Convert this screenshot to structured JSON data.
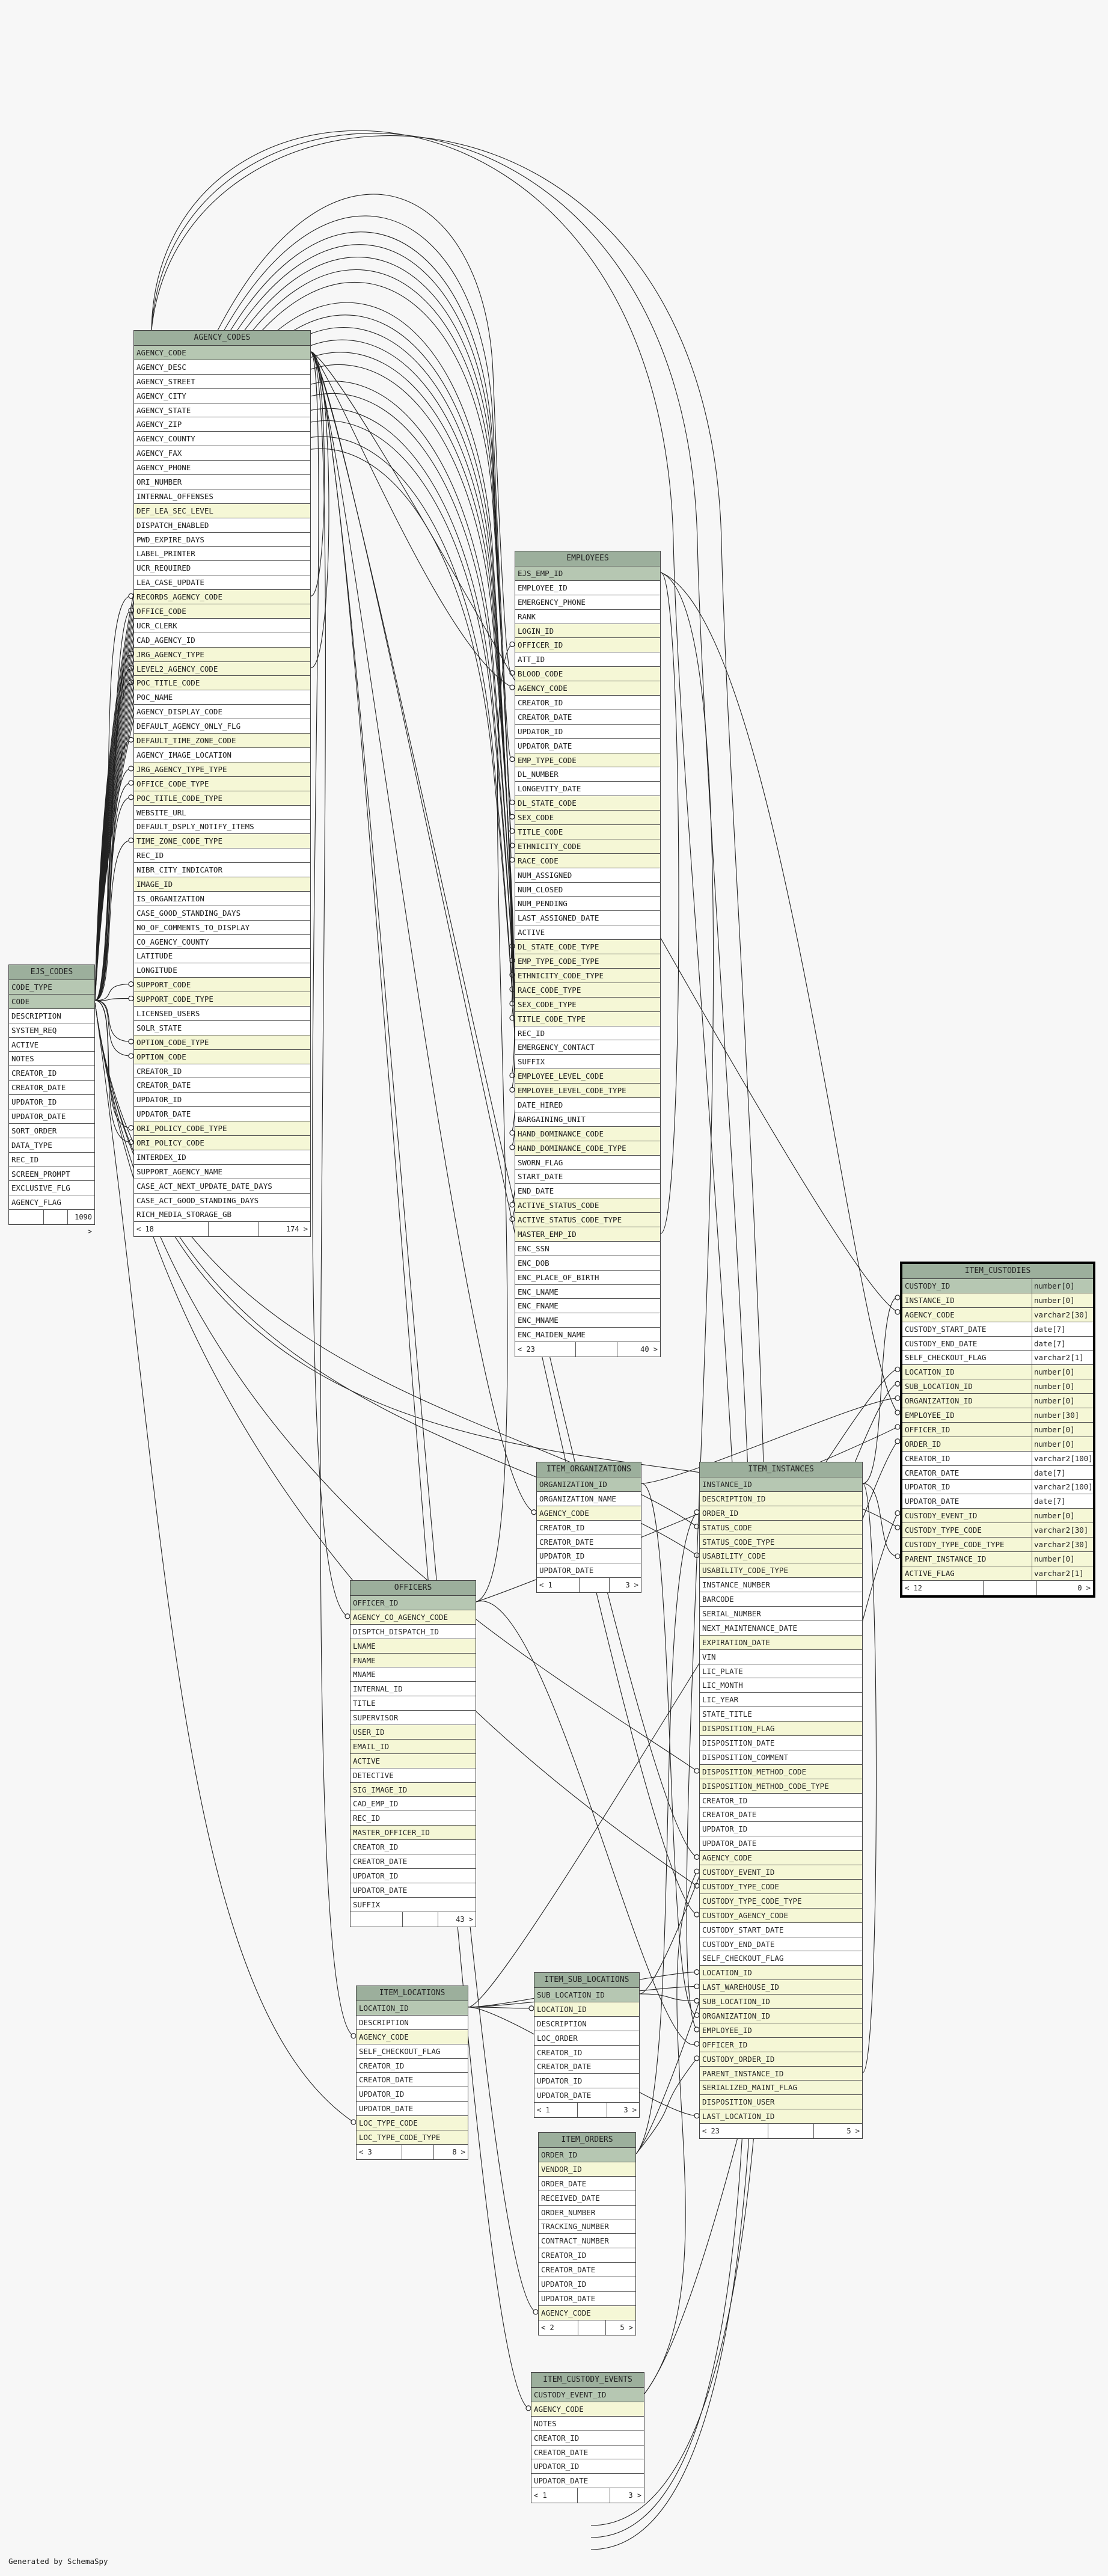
{
  "footer_text": "Generated by SchemaSpy",
  "tables": [
    {
      "id": "agency_codes",
      "name": "AGENCY_CODES",
      "cols": [
        [
          "AGENCY_CODE",
          "pk"
        ],
        [
          "AGENCY_DESC",
          ""
        ],
        [
          "AGENCY_STREET",
          ""
        ],
        [
          "AGENCY_CITY",
          ""
        ],
        [
          "AGENCY_STATE",
          ""
        ],
        [
          "AGENCY_ZIP",
          ""
        ],
        [
          "AGENCY_COUNTY",
          ""
        ],
        [
          "AGENCY_FAX",
          ""
        ],
        [
          "AGENCY_PHONE",
          ""
        ],
        [
          "ORI_NUMBER",
          ""
        ],
        [
          "INTERNAL_OFFENSES",
          ""
        ],
        [
          "DEF_LEA_SEC_LEVEL",
          "fk"
        ],
        [
          "DISPATCH_ENABLED",
          ""
        ],
        [
          "PWD_EXPIRE_DAYS",
          ""
        ],
        [
          "LABEL_PRINTER",
          ""
        ],
        [
          "UCR_REQUIRED",
          ""
        ],
        [
          "LEA_CASE_UPDATE",
          ""
        ],
        [
          "RECORDS_AGENCY_CODE",
          "fk"
        ],
        [
          "OFFICE_CODE",
          "fk"
        ],
        [
          "UCR_CLERK",
          ""
        ],
        [
          "CAD_AGENCY_ID",
          ""
        ],
        [
          "JRG_AGENCY_TYPE",
          "fk"
        ],
        [
          "LEVEL2_AGENCY_CODE",
          "fk"
        ],
        [
          "POC_TITLE_CODE",
          "fk"
        ],
        [
          "POC_NAME",
          ""
        ],
        [
          "AGENCY_DISPLAY_CODE",
          ""
        ],
        [
          "DEFAULT_AGENCY_ONLY_FLG",
          ""
        ],
        [
          "DEFAULT_TIME_ZONE_CODE",
          "fk"
        ],
        [
          "AGENCY_IMAGE_LOCATION",
          ""
        ],
        [
          "JRG_AGENCY_TYPE_TYPE",
          "fk"
        ],
        [
          "OFFICE_CODE_TYPE",
          "fk"
        ],
        [
          "POC_TITLE_CODE_TYPE",
          "fk"
        ],
        [
          "WEBSITE_URL",
          ""
        ],
        [
          "DEFAULT_DSPLY_NOTIFY_ITEMS",
          ""
        ],
        [
          "TIME_ZONE_CODE_TYPE",
          "fk"
        ],
        [
          "REC_ID",
          ""
        ],
        [
          "NIBR_CITY_INDICATOR",
          ""
        ],
        [
          "IMAGE_ID",
          "fk"
        ],
        [
          "IS_ORGANIZATION",
          ""
        ],
        [
          "CASE_GOOD_STANDING_DAYS",
          ""
        ],
        [
          "NO_OF_COMMENTS_TO_DISPLAY",
          ""
        ],
        [
          "CO_AGENCY_COUNTY",
          ""
        ],
        [
          "LATITUDE",
          ""
        ],
        [
          "LONGITUDE",
          ""
        ],
        [
          "SUPPORT_CODE",
          "fk"
        ],
        [
          "SUPPORT_CODE_TYPE",
          "fk"
        ],
        [
          "LICENSED_USERS",
          ""
        ],
        [
          "SOLR_STATE",
          ""
        ],
        [
          "OPTION_CODE_TYPE",
          "fk"
        ],
        [
          "OPTION_CODE",
          "fk"
        ],
        [
          "CREATOR_ID",
          ""
        ],
        [
          "CREATOR_DATE",
          ""
        ],
        [
          "UPDATOR_ID",
          ""
        ],
        [
          "UPDATOR_DATE",
          ""
        ],
        [
          "ORI_POLICY_CODE_TYPE",
          "fk"
        ],
        [
          "ORI_POLICY_CODE",
          "fk"
        ],
        [
          "INTERDEX_ID",
          ""
        ],
        [
          "SUPPORT_AGENCY_NAME",
          ""
        ],
        [
          "CASE_ACT_NEXT_UPDATE_DATE_DAYS",
          ""
        ],
        [
          "CASE_ACT_GOOD_STANDING_DAYS",
          ""
        ],
        [
          "RICH_MEDIA_STORAGE_GB",
          ""
        ]
      ],
      "foot": [
        "< 18",
        "",
        "174 >"
      ]
    },
    {
      "id": "ejs_codes",
      "name": "EJS_CODES",
      "cols": [
        [
          "CODE_TYPE",
          "pk"
        ],
        [
          "CODE",
          "pk"
        ],
        [
          "DESCRIPTION",
          ""
        ],
        [
          "SYSTEM_REQ",
          ""
        ],
        [
          "ACTIVE",
          ""
        ],
        [
          "NOTES",
          ""
        ],
        [
          "CREATOR_ID",
          ""
        ],
        [
          "CREATOR_DATE",
          ""
        ],
        [
          "UPDATOR_ID",
          ""
        ],
        [
          "UPDATOR_DATE",
          ""
        ],
        [
          "SORT_ORDER",
          ""
        ],
        [
          "DATA_TYPE",
          ""
        ],
        [
          "REC_ID",
          ""
        ],
        [
          "SCREEN_PROMPT",
          ""
        ],
        [
          "EXCLUSIVE_FLG",
          ""
        ],
        [
          "AGENCY_FLAG",
          ""
        ]
      ],
      "foot": [
        "",
        "",
        "1090 >"
      ]
    },
    {
      "id": "employees",
      "name": "EMPLOYEES",
      "cols": [
        [
          "EJS_EMP_ID",
          "pk"
        ],
        [
          "EMPLOYEE_ID",
          ""
        ],
        [
          "EMERGENCY_PHONE",
          ""
        ],
        [
          "RANK",
          ""
        ],
        [
          "LOGIN_ID",
          "fk"
        ],
        [
          "OFFICER_ID",
          "fk"
        ],
        [
          "ATT_ID",
          ""
        ],
        [
          "BLOOD_CODE",
          "fk"
        ],
        [
          "AGENCY_CODE",
          "fk"
        ],
        [
          "CREATOR_ID",
          ""
        ],
        [
          "CREATOR_DATE",
          ""
        ],
        [
          "UPDATOR_ID",
          ""
        ],
        [
          "UPDATOR_DATE",
          ""
        ],
        [
          "EMP_TYPE_CODE",
          "fk"
        ],
        [
          "DL_NUMBER",
          ""
        ],
        [
          "LONGEVITY_DATE",
          ""
        ],
        [
          "DL_STATE_CODE",
          "fk"
        ],
        [
          "SEX_CODE",
          "fk"
        ],
        [
          "TITLE_CODE",
          "fk"
        ],
        [
          "ETHNICITY_CODE",
          "fk"
        ],
        [
          "RACE_CODE",
          "fk"
        ],
        [
          "NUM_ASSIGNED",
          ""
        ],
        [
          "NUM_CLOSED",
          ""
        ],
        [
          "NUM_PENDING",
          ""
        ],
        [
          "LAST_ASSIGNED_DATE",
          ""
        ],
        [
          "ACTIVE",
          ""
        ],
        [
          "DL_STATE_CODE_TYPE",
          "fk"
        ],
        [
          "EMP_TYPE_CODE_TYPE",
          "fk"
        ],
        [
          "ETHNICITY_CODE_TYPE",
          "fk"
        ],
        [
          "RACE_CODE_TYPE",
          "fk"
        ],
        [
          "SEX_CODE_TYPE",
          "fk"
        ],
        [
          "TITLE_CODE_TYPE",
          "fk"
        ],
        [
          "REC_ID",
          ""
        ],
        [
          "EMERGENCY_CONTACT",
          ""
        ],
        [
          "SUFFIX",
          ""
        ],
        [
          "EMPLOYEE_LEVEL_CODE",
          "fk"
        ],
        [
          "EMPLOYEE_LEVEL_CODE_TYPE",
          "fk"
        ],
        [
          "DATE_HIRED",
          ""
        ],
        [
          "BARGAINING_UNIT",
          ""
        ],
        [
          "HAND_DOMINANCE_CODE",
          "fk"
        ],
        [
          "HAND_DOMINANCE_CODE_TYPE",
          "fk"
        ],
        [
          "SWORN_FLAG",
          ""
        ],
        [
          "START_DATE",
          ""
        ],
        [
          "END_DATE",
          ""
        ],
        [
          "ACTIVE_STATUS_CODE",
          "fk"
        ],
        [
          "ACTIVE_STATUS_CODE_TYPE",
          "fk"
        ],
        [
          "MASTER_EMP_ID",
          "fk"
        ],
        [
          "ENC_SSN",
          ""
        ],
        [
          "ENC_DOB",
          ""
        ],
        [
          "ENC_PLACE_OF_BIRTH",
          ""
        ],
        [
          "ENC_LNAME",
          ""
        ],
        [
          "ENC_FNAME",
          ""
        ],
        [
          "ENC_MNAME",
          ""
        ],
        [
          "ENC_MAIDEN_NAME",
          ""
        ]
      ],
      "foot": [
        "< 23",
        "",
        "40 >"
      ]
    },
    {
      "id": "item_custodies",
      "name": "ITEM_CUSTODIES",
      "cols": [
        [
          "CUSTODY_ID",
          "pk",
          "number[0]"
        ],
        [
          "INSTANCE_ID",
          "fk",
          "number[0]"
        ],
        [
          "AGENCY_CODE",
          "fk",
          "varchar2[30]"
        ],
        [
          "CUSTODY_START_DATE",
          "",
          "date[7]"
        ],
        [
          "CUSTODY_END_DATE",
          "",
          "date[7]"
        ],
        [
          "SELF_CHECKOUT_FLAG",
          "",
          "varchar2[1]"
        ],
        [
          "LOCATION_ID",
          "fk",
          "number[0]"
        ],
        [
          "SUB_LOCATION_ID",
          "fk",
          "number[0]"
        ],
        [
          "ORGANIZATION_ID",
          "fk",
          "number[0]"
        ],
        [
          "EMPLOYEE_ID",
          "fk",
          "number[30]"
        ],
        [
          "OFFICER_ID",
          "fk",
          "number[0]"
        ],
        [
          "ORDER_ID",
          "fk",
          "number[0]"
        ],
        [
          "CREATOR_ID",
          "",
          "varchar2[100]"
        ],
        [
          "CREATOR_DATE",
          "",
          "date[7]"
        ],
        [
          "UPDATOR_ID",
          "",
          "varchar2[100]"
        ],
        [
          "UPDATOR_DATE",
          "",
          "date[7]"
        ],
        [
          "CUSTODY_EVENT_ID",
          "fk",
          "number[0]"
        ],
        [
          "CUSTODY_TYPE_CODE",
          "fk",
          "varchar2[30]"
        ],
        [
          "CUSTODY_TYPE_CODE_TYPE",
          "fk",
          "varchar2[30]"
        ],
        [
          "PARENT_INSTANCE_ID",
          "fk",
          "number[0]"
        ],
        [
          "ACTIVE_FLAG",
          "fk",
          "varchar2[1]"
        ]
      ],
      "foot": [
        "< 12",
        "",
        "0 >"
      ]
    },
    {
      "id": "item_organizations",
      "name": "ITEM_ORGANIZATIONS",
      "cols": [
        [
          "ORGANIZATION_ID",
          "pk"
        ],
        [
          "ORGANIZATION_NAME",
          ""
        ],
        [
          "AGENCY_CODE",
          "fk"
        ],
        [
          "CREATOR_ID",
          ""
        ],
        [
          "CREATOR_DATE",
          ""
        ],
        [
          "UPDATOR_ID",
          ""
        ],
        [
          "UPDATOR_DATE",
          ""
        ]
      ],
      "foot": [
        "< 1",
        "",
        "3 >"
      ]
    },
    {
      "id": "item_instances",
      "name": "ITEM_INSTANCES",
      "cols": [
        [
          "INSTANCE_ID",
          "pk"
        ],
        [
          "DESCRIPTION_ID",
          "fk"
        ],
        [
          "ORDER_ID",
          "fk"
        ],
        [
          "STATUS_CODE",
          "fk"
        ],
        [
          "STATUS_CODE_TYPE",
          "fk"
        ],
        [
          "USABILITY_CODE",
          "fk"
        ],
        [
          "USABILITY_CODE_TYPE",
          "fk"
        ],
        [
          "INSTANCE_NUMBER",
          ""
        ],
        [
          "BARCODE",
          ""
        ],
        [
          "SERIAL_NUMBER",
          ""
        ],
        [
          "NEXT_MAINTENANCE_DATE",
          ""
        ],
        [
          "EXPIRATION_DATE",
          "fk"
        ],
        [
          "VIN",
          ""
        ],
        [
          "LIC_PLATE",
          ""
        ],
        [
          "LIC_MONTH",
          ""
        ],
        [
          "LIC_YEAR",
          ""
        ],
        [
          "STATE_TITLE",
          ""
        ],
        [
          "DISPOSITION_FLAG",
          "fk"
        ],
        [
          "DISPOSITION_DATE",
          ""
        ],
        [
          "DISPOSITION_COMMENT",
          ""
        ],
        [
          "DISPOSITION_METHOD_CODE",
          "fk"
        ],
        [
          "DISPOSITION_METHOD_CODE_TYPE",
          "fk"
        ],
        [
          "CREATOR_ID",
          ""
        ],
        [
          "CREATOR_DATE",
          ""
        ],
        [
          "UPDATOR_ID",
          ""
        ],
        [
          "UPDATOR_DATE",
          ""
        ],
        [
          "AGENCY_CODE",
          "fk"
        ],
        [
          "CUSTODY_EVENT_ID",
          "fk"
        ],
        [
          "CUSTODY_TYPE_CODE",
          "fk"
        ],
        [
          "CUSTODY_TYPE_CODE_TYPE",
          "fk"
        ],
        [
          "CUSTODY_AGENCY_CODE",
          "fk"
        ],
        [
          "CUSTODY_START_DATE",
          ""
        ],
        [
          "CUSTODY_END_DATE",
          ""
        ],
        [
          "SELF_CHECKOUT_FLAG",
          ""
        ],
        [
          "LOCATION_ID",
          "fk"
        ],
        [
          "LAST_WAREHOUSE_ID",
          "fk"
        ],
        [
          "SUB_LOCATION_ID",
          "fk"
        ],
        [
          "ORGANIZATION_ID",
          "fk"
        ],
        [
          "EMPLOYEE_ID",
          "fk"
        ],
        [
          "OFFICER_ID",
          "fk"
        ],
        [
          "CUSTODY_ORDER_ID",
          "fk"
        ],
        [
          "PARENT_INSTANCE_ID",
          "fk"
        ],
        [
          "SERIALIZED_MAINT_FLAG",
          "fk"
        ],
        [
          "DISPOSITION_USER",
          "fk"
        ],
        [
          "LAST_LOCATION_ID",
          "fk"
        ]
      ],
      "foot": [
        "< 23",
        "",
        "5 >"
      ]
    },
    {
      "id": "officers",
      "name": "OFFICERS",
      "cols": [
        [
          "OFFICER_ID",
          "pk"
        ],
        [
          "AGENCY_CO_AGENCY_CODE",
          "fk"
        ],
        [
          "DISPTCH_DISPATCH_ID",
          ""
        ],
        [
          "LNAME",
          "fk"
        ],
        [
          "FNAME",
          "fk"
        ],
        [
          "MNAME",
          ""
        ],
        [
          "INTERNAL_ID",
          ""
        ],
        [
          "TITLE",
          ""
        ],
        [
          "SUPERVISOR",
          ""
        ],
        [
          "USER_ID",
          "fk"
        ],
        [
          "EMAIL_ID",
          "fk"
        ],
        [
          "ACTIVE",
          "fk"
        ],
        [
          "DETECTIVE",
          ""
        ],
        [
          "SIG_IMAGE_ID",
          "fk"
        ],
        [
          "CAD_EMP_ID",
          ""
        ],
        [
          "REC_ID",
          ""
        ],
        [
          "MASTER_OFFICER_ID",
          "fk"
        ],
        [
          "CREATOR_ID",
          ""
        ],
        [
          "CREATOR_DATE",
          ""
        ],
        [
          "UPDATOR_ID",
          ""
        ],
        [
          "UPDATOR_DATE",
          ""
        ],
        [
          "SUFFIX",
          ""
        ]
      ],
      "foot": [
        "",
        "",
        "43 >"
      ]
    },
    {
      "id": "item_locations",
      "name": "ITEM_LOCATIONS",
      "cols": [
        [
          "LOCATION_ID",
          "pk"
        ],
        [
          "DESCRIPTION",
          ""
        ],
        [
          "AGENCY_CODE",
          "fk"
        ],
        [
          "SELF_CHECKOUT_FLAG",
          ""
        ],
        [
          "CREATOR_ID",
          ""
        ],
        [
          "CREATOR_DATE",
          ""
        ],
        [
          "UPDATOR_ID",
          ""
        ],
        [
          "UPDATOR_DATE",
          ""
        ],
        [
          "LOC_TYPE_CODE",
          "fk"
        ],
        [
          "LOC_TYPE_CODE_TYPE",
          "fk"
        ]
      ],
      "foot": [
        "< 3",
        "",
        "8 >"
      ]
    },
    {
      "id": "item_sub_locations",
      "name": "ITEM_SUB_LOCATIONS",
      "cols": [
        [
          "SUB_LOCATION_ID",
          "pk"
        ],
        [
          "LOCATION_ID",
          "fk"
        ],
        [
          "DESCRIPTION",
          ""
        ],
        [
          "LOC_ORDER",
          ""
        ],
        [
          "CREATOR_ID",
          ""
        ],
        [
          "CREATOR_DATE",
          ""
        ],
        [
          "UPDATOR_ID",
          ""
        ],
        [
          "UPDATOR_DATE",
          ""
        ]
      ],
      "foot": [
        "< 1",
        "",
        "3 >"
      ]
    },
    {
      "id": "item_orders",
      "name": "ITEM_ORDERS",
      "cols": [
        [
          "ORDER_ID",
          "pk"
        ],
        [
          "VENDOR_ID",
          "fk"
        ],
        [
          "ORDER_DATE",
          ""
        ],
        [
          "RECEIVED_DATE",
          ""
        ],
        [
          "ORDER_NUMBER",
          ""
        ],
        [
          "TRACKING_NUMBER",
          ""
        ],
        [
          "CONTRACT_NUMBER",
          ""
        ],
        [
          "CREATOR_ID",
          ""
        ],
        [
          "CREATOR_DATE",
          ""
        ],
        [
          "UPDATOR_ID",
          ""
        ],
        [
          "UPDATOR_DATE",
          ""
        ],
        [
          "AGENCY_CODE",
          "fk"
        ]
      ],
      "foot": [
        "< 2",
        "",
        "5 >"
      ]
    },
    {
      "id": "item_custody_events",
      "name": "ITEM_CUSTODY_EVENTS",
      "cols": [
        [
          "CUSTODY_EVENT_ID",
          "pk"
        ],
        [
          "AGENCY_CODE",
          "fk"
        ],
        [
          "NOTES",
          ""
        ],
        [
          "CREATOR_ID",
          ""
        ],
        [
          "CREATOR_DATE",
          ""
        ],
        [
          "UPDATOR_ID",
          ""
        ],
        [
          "UPDATOR_DATE",
          ""
        ]
      ],
      "foot": [
        "< 1",
        "",
        "3 >"
      ]
    }
  ]
}
